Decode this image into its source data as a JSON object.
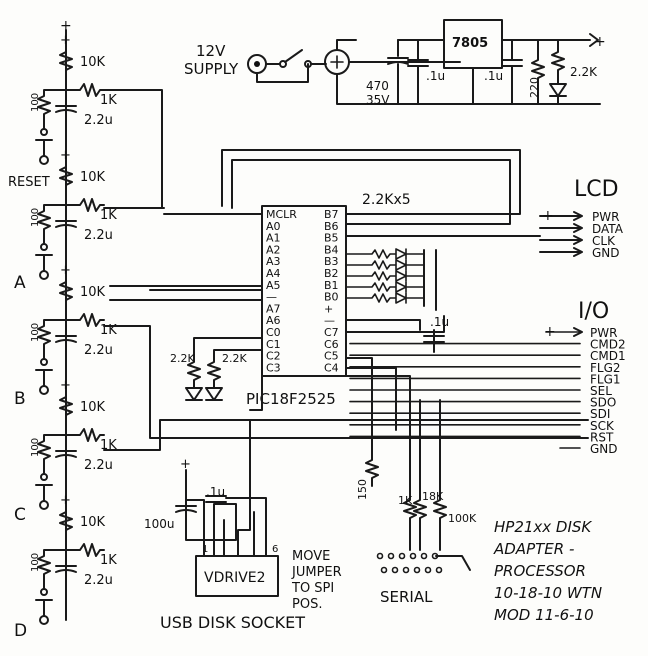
{
  "supply": {
    "label_line1": "12V",
    "label_line2": "SUPPLY"
  },
  "regulator": {
    "label": "7805",
    "cap_470": "470",
    "cap_470_v": "35V",
    "cap1": ".1u",
    "cap2": ".1u",
    "res_220": "220",
    "res_22k": "2.2K"
  },
  "left_column": {
    "r_10k": "10K",
    "r_100": "100",
    "r_1k": "1K",
    "c_22u": "2.2u",
    "labels": [
      "RESET",
      "A",
      "B",
      "C",
      "D"
    ]
  },
  "chip": {
    "name": "PIC18F2525",
    "left_pins": [
      "MCLR",
      "A0",
      "A1",
      "A2",
      "A3",
      "A4",
      "A5",
      "—",
      "A7",
      "A6",
      "C0",
      "C1",
      "C2",
      "C3"
    ],
    "right_pins": [
      "B7",
      "B6",
      "B5",
      "B4",
      "B3",
      "B2",
      "B1",
      "B0",
      "+",
      "—",
      "C7",
      "C6",
      "C5",
      "C4"
    ]
  },
  "pullups": {
    "label": "2.2Kx5"
  },
  "led_res": {
    "r1": "2.2K",
    "r2": "2.2K"
  },
  "lcd": {
    "title": "LCD",
    "signals": [
      "PWR",
      "DATA",
      "CLK",
      "GND"
    ]
  },
  "io": {
    "title": "I/O",
    "signals": [
      "PWR",
      "CMD2",
      "CMD1",
      "FLG2",
      "FLG1",
      "SEL",
      "SDO",
      "SDI",
      "SCK",
      "RST",
      "GND"
    ],
    "cap": ".1u"
  },
  "serial": {
    "label": "SERIAL",
    "r1": "1K",
    "r2": "18K",
    "r3": "100K"
  },
  "r_150": "150",
  "usb": {
    "module": "VDRIVE2",
    "cap_100u": "100u",
    "cap_01u": ".1u",
    "pin1": "1",
    "pin6": "6",
    "socket_label": "USB DISK SOCKET"
  },
  "jumper_note": [
    "MOVE",
    "JUMPER",
    "TO SPI",
    "POS."
  ],
  "title_block": [
    "HP21xx DISK",
    "ADAPTER -",
    "PROCESSOR",
    "10-18-10 WTN",
    "MOD 11-6-10"
  ],
  "symbols": {
    "plus": "+",
    "minus": "—"
  }
}
